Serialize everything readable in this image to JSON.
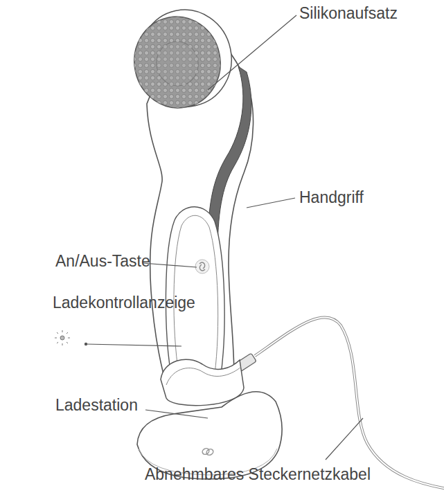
{
  "diagram": {
    "labels": [
      "Silikonaufsatz",
      "Handgriff",
      "An/Aus-Taste",
      "Ladekontrollanzeige",
      "Ladestation",
      "Abnehmbares Steckernetzkabel"
    ]
  }
}
